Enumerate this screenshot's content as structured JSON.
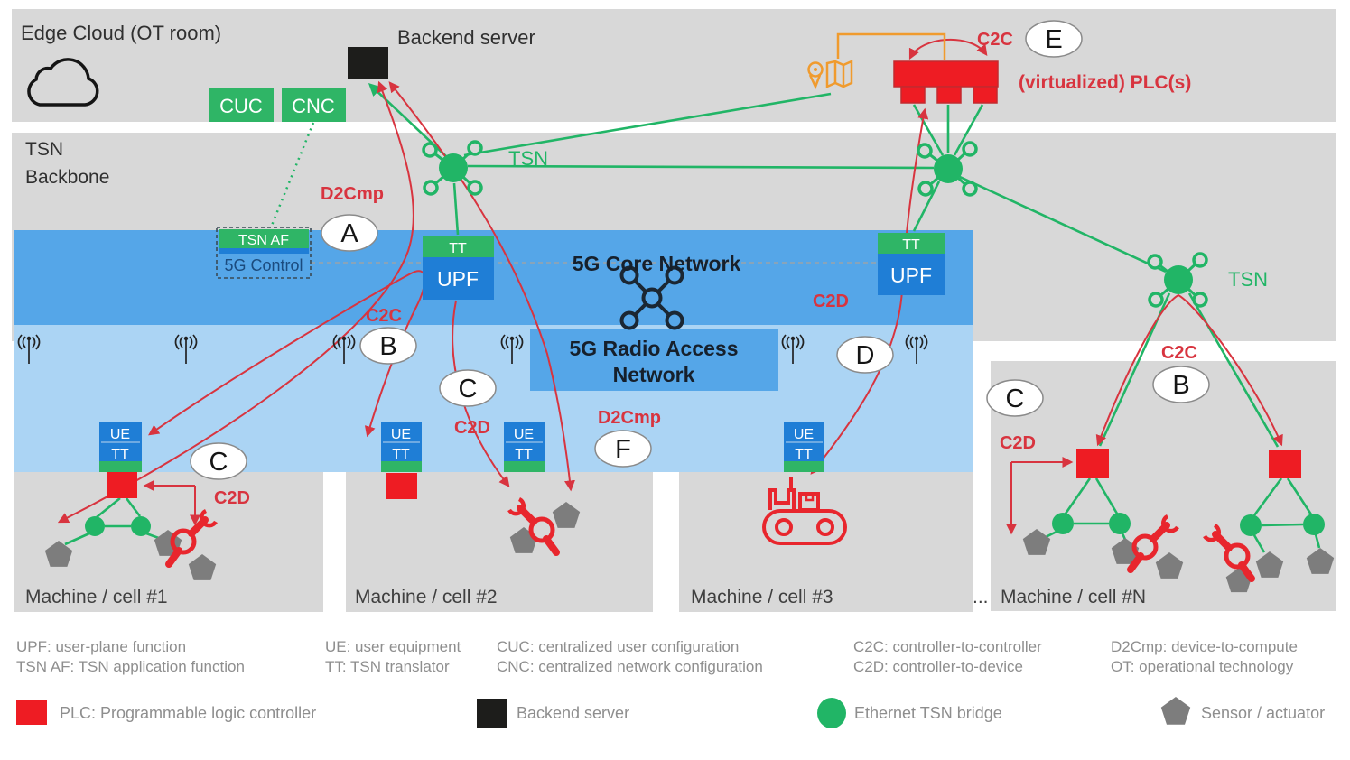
{
  "colors": {
    "band_gray": "#d8d8d8",
    "core_blue": "#55a6e8",
    "ran_blue": "#abd4f4",
    "box_blue": "#1f7ed6",
    "green": "#21b566",
    "red_fill": "#ee1c23",
    "red_line": "#d8343f",
    "orange": "#f09b2e",
    "pentagon_gray": "#7d7d7d"
  },
  "regions": {
    "edge_cloud_label": "Edge Cloud (OT room)",
    "tsn_backbone_line1": "TSN",
    "tsn_backbone_line2": "Backbone",
    "core_label": "5G Core Network",
    "ran_line1": "5G Radio Access",
    "ran_line2": "Network"
  },
  "nodes": {
    "backend_label": "Backend server",
    "cuc": "CUC",
    "cnc": "CNC",
    "tsn_af": "TSN AF",
    "control_5g": "5G Control",
    "tt": "TT",
    "upf": "UPF",
    "ue": "UE",
    "tsn": "TSN",
    "vplc_label": "(virtualized) PLC(s)"
  },
  "flows": {
    "c2c": "C2C",
    "c2d": "C2D",
    "d2cmp": "D2Cmp"
  },
  "markers": {
    "a": "A",
    "b": "B",
    "c": "C",
    "d": "D",
    "e": "E",
    "f": "F"
  },
  "cells": {
    "cell1": "Machine / cell #1",
    "cell2": "Machine / cell #2",
    "cell3": "Machine / cell #3",
    "celln": "Machine / cell #N",
    "ellipsis": "..."
  },
  "legend": {
    "abbr": [
      {
        "text": "UPF: user-plane function"
      },
      {
        "text": "TSN AF: TSN application function"
      },
      {
        "text": "UE: user equipment"
      },
      {
        "text": "TT: TSN translator"
      },
      {
        "text": "CUC: centralized user configuration"
      },
      {
        "text": "CNC: centralized network configuration"
      },
      {
        "text": "C2C: controller-to-controller"
      },
      {
        "text": "C2D: controller-to-device"
      },
      {
        "text": "D2Cmp: device-to-compute"
      },
      {
        "text": "OT: operational technology"
      }
    ],
    "items": [
      {
        "label": "PLC: Programmable logic controller"
      },
      {
        "label": "Backend server"
      },
      {
        "label": "Ethernet TSN bridge"
      },
      {
        "label": "Sensor / actuator"
      }
    ]
  }
}
